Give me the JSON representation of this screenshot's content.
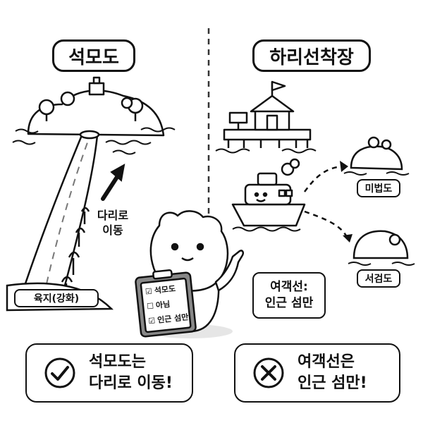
{
  "left": {
    "title": "석모도",
    "land_label": "육지(강화)",
    "arrow_note_line1": "다리로",
    "arrow_note_line2": "이동"
  },
  "right": {
    "title": "하리선착장",
    "island1_label": "미법도",
    "island2_label": "서검도",
    "note_line1": "여객선:",
    "note_line2": "인근 섬만"
  },
  "clipboard": {
    "items": [
      {
        "label": "석모도",
        "checked": true
      },
      {
        "label": "아님",
        "checked": false
      },
      {
        "label": "인근 섬만",
        "checked": true
      }
    ]
  },
  "bottom": {
    "left_line1": "석모도는",
    "left_line2": "다리로 이동!",
    "right_line1": "여객선은",
    "right_line2": "인근 섬만!"
  }
}
